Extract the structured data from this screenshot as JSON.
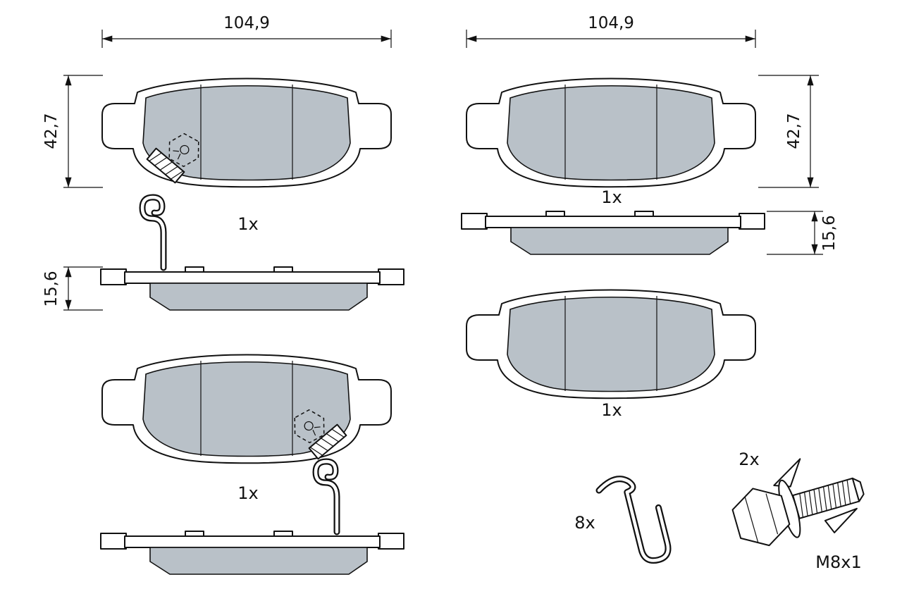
{
  "colors": {
    "pad_fill": "#b9c1c8",
    "line": "#111111"
  },
  "dims": {
    "pad_width": "104,9",
    "pad_height": "42,7",
    "pad_thickness": "15,6"
  },
  "quantities": {
    "pad": "1x",
    "spring_clip": "8x",
    "bolt": "2x"
  },
  "bolt_spec": "M8x1"
}
